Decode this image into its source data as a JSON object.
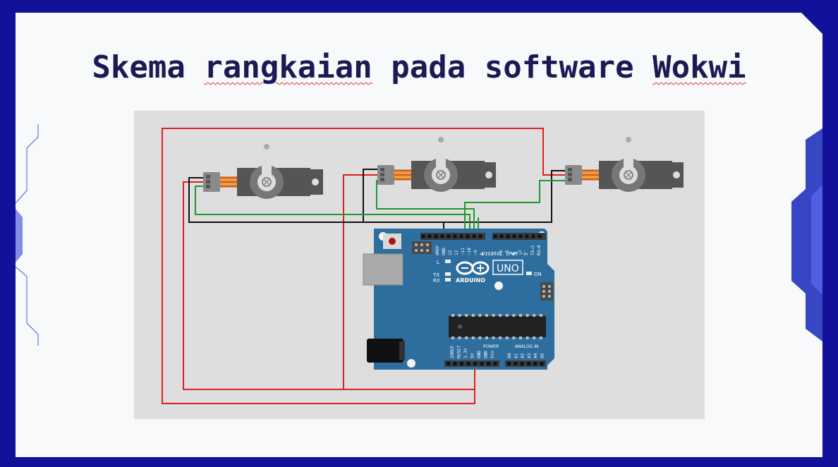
{
  "slide": {
    "title_parts": [
      "Skema ",
      "rangkaian",
      " pada software ",
      "Wokwi"
    ],
    "colors": {
      "frame": "#13109a",
      "slide_bg": "#f8f9fa",
      "title": "#1c1a55",
      "canvas": "#dedede",
      "board": "#2e6e9e",
      "wire_power": "#e02020",
      "wire_ground": "#111111",
      "wire_signal": "#1f9a2e"
    }
  },
  "diagram": {
    "board": {
      "brand": "ARDUINO",
      "model": "UNO",
      "digital_label": "DIGITAL (PWM ~)",
      "power_label": "POWER",
      "analog_label": "ANALOG IN",
      "led_l": "L",
      "led_tx": "TX",
      "led_rx": "RX",
      "led_on": "ON",
      "digital_pins": [
        "AREF",
        "GND",
        "13",
        "12",
        "~11",
        "~10",
        "~9",
        "8",
        "7",
        "~6",
        "~5",
        "4",
        "~3",
        "2",
        "TX→1",
        "RX←0"
      ],
      "power_pins": [
        "IOREF",
        "RESET",
        "3.3V",
        "5V",
        "GND",
        "GND",
        "Vin"
      ],
      "analog_pins": [
        "A0",
        "A1",
        "A2",
        "A3",
        "A4",
        "A5"
      ]
    },
    "servos": [
      "servo-1",
      "servo-2",
      "servo-3"
    ],
    "icons": [
      "servo-icon",
      "arduino-logo-icon"
    ]
  }
}
